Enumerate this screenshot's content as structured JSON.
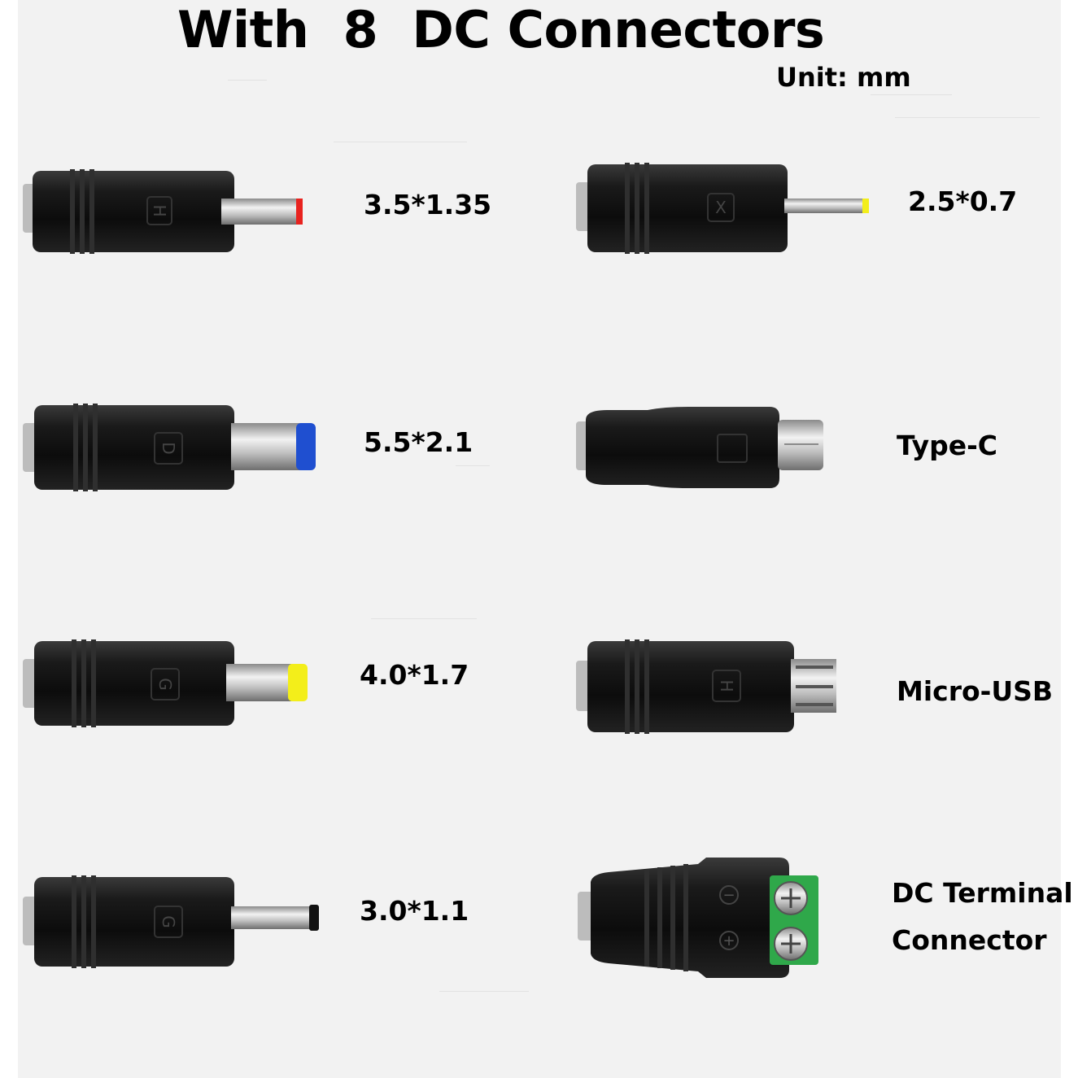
{
  "header": {
    "title": "With  8  DC Connectors",
    "unit": "Unit: mm"
  },
  "connectors": [
    {
      "label": "3.5*1.35",
      "tip_color": "#e8231f",
      "icon_letter": "H"
    },
    {
      "label": "2.5*0.7",
      "tip_color": "#f3ee1a",
      "icon_letter": "X"
    },
    {
      "label": "5.5*2.1",
      "tip_color": "#1f4fd0",
      "icon_letter": "D"
    },
    {
      "label": "Type-C",
      "icon_letter": ""
    },
    {
      "label": "4.0*1.7",
      "tip_color": "#f3ee1a",
      "icon_letter": "G"
    },
    {
      "label": "Micro-USB",
      "icon_letter": "H"
    },
    {
      "label": "3.0*1.1",
      "tip_color": "#111111",
      "icon_letter": "G"
    },
    {
      "label_line1": "DC Terminal",
      "label_line2": "Connector",
      "terminal_color": "#2fa84a",
      "polarity_marks": [
        "−",
        "+"
      ]
    }
  ]
}
